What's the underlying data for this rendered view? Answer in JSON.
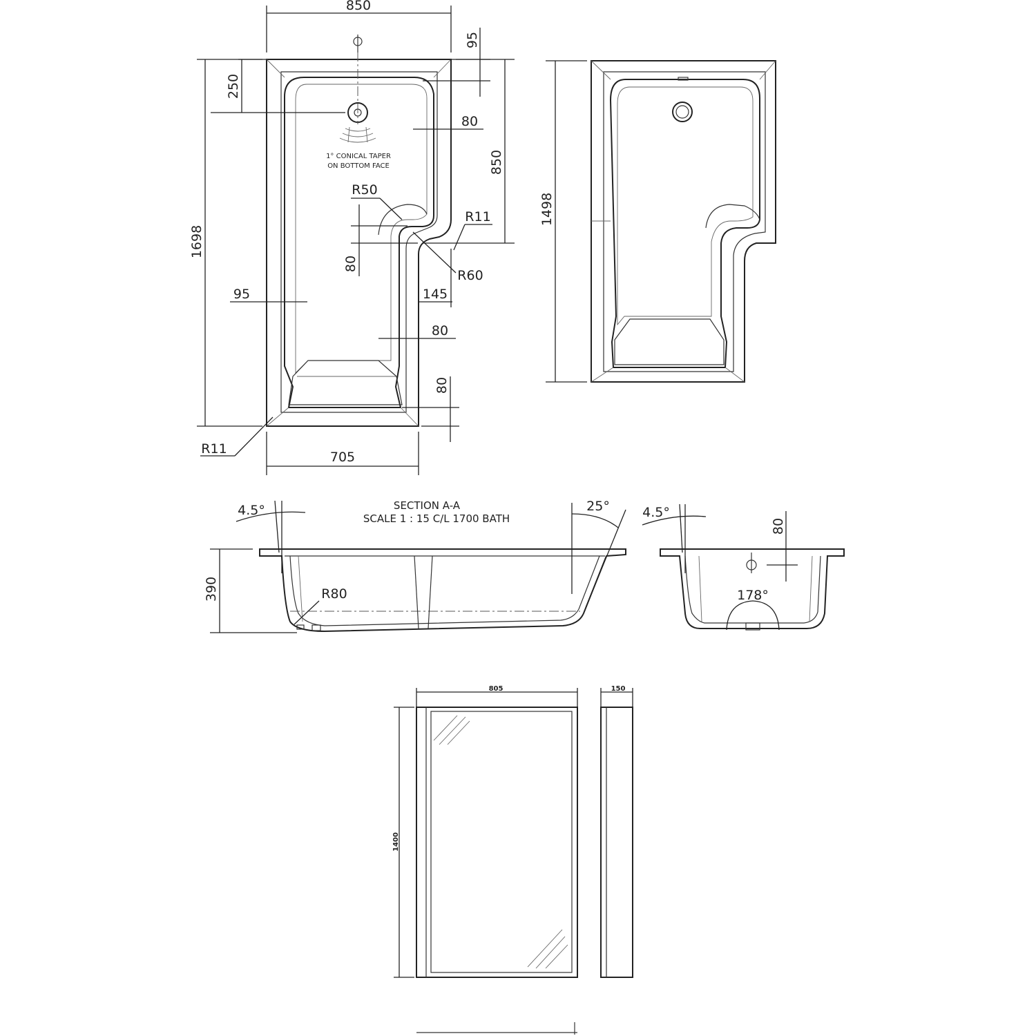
{
  "plan_view": {
    "dim_width": "850",
    "dim_tap_offset": "95",
    "dim_waste_offset": "250",
    "dim_rim_80_a": "80",
    "dim_upper_length": "850",
    "dim_total_length": "1698",
    "radius_r50": "R50",
    "radius_r11_top": "R11",
    "dim_step_80": "80",
    "radius_r60": "R60",
    "dim_rim_95": "95",
    "dim_step_145": "145",
    "dim_rim_80_b": "80",
    "dim_end_80": "80",
    "radius_r11_bottom": "R11",
    "dim_lower_width": "705",
    "note_line1": "1° CONICAL TAPER",
    "note_line2": "ON BOTTOM FACE"
  },
  "side_view": {
    "dim_length": "1498"
  },
  "section": {
    "title": "SECTION A-A",
    "scale": "SCALE 1 : 15   C/L 1700 BATH",
    "angle_left": "4.5°",
    "angle_right": "25°",
    "dim_depth": "390",
    "radius_r80": "R80"
  },
  "end_section": {
    "angle": "4.5°",
    "dim_80": "80",
    "angle_178": "178°"
  },
  "screen": {
    "dim_width": "805",
    "dim_depth": "150",
    "dim_height": "1400"
  }
}
